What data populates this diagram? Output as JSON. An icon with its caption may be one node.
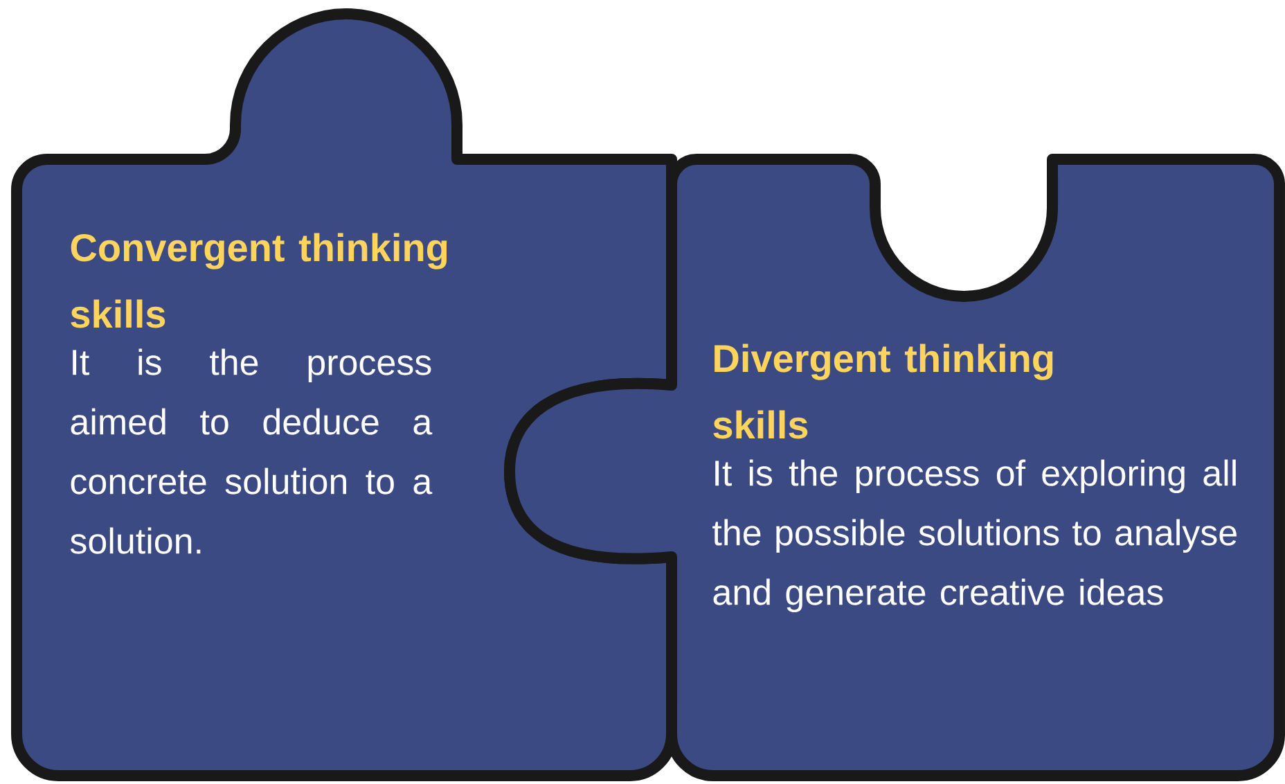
{
  "diagram": {
    "nodes": [
      {
        "text": [
          "Convergent thinking skills",
          "It is the process aimed to deduce a concrete solution to a solution."
        ]
      },
      {
        "text": [
          "Divergent thinking skills",
          "It is the process of exploring all the possible solutions to analyse and generate creative ideas"
        ]
      }
    ]
  }
}
